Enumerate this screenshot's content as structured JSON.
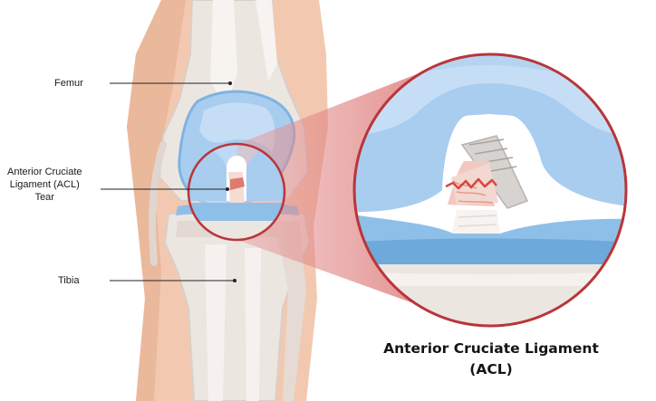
{
  "labels": {
    "femur": "Femur",
    "acl_tear": [
      "Anterior Cruciate",
      "Ligament (ACL)",
      "Tear"
    ],
    "tibia": "Tibia"
  },
  "caption": [
    "Anterior Cruciate Ligament",
    "(ACL)"
  ],
  "colors": {
    "skin": "#f2c9b0",
    "bone": "#ece6e1",
    "cartilage": "#a8cdef",
    "ligament_tear": "#d8473e",
    "highlight_ring": "#b8363a"
  },
  "icons": [
    "knee-joint-illustration",
    "magnifier-circle"
  ]
}
